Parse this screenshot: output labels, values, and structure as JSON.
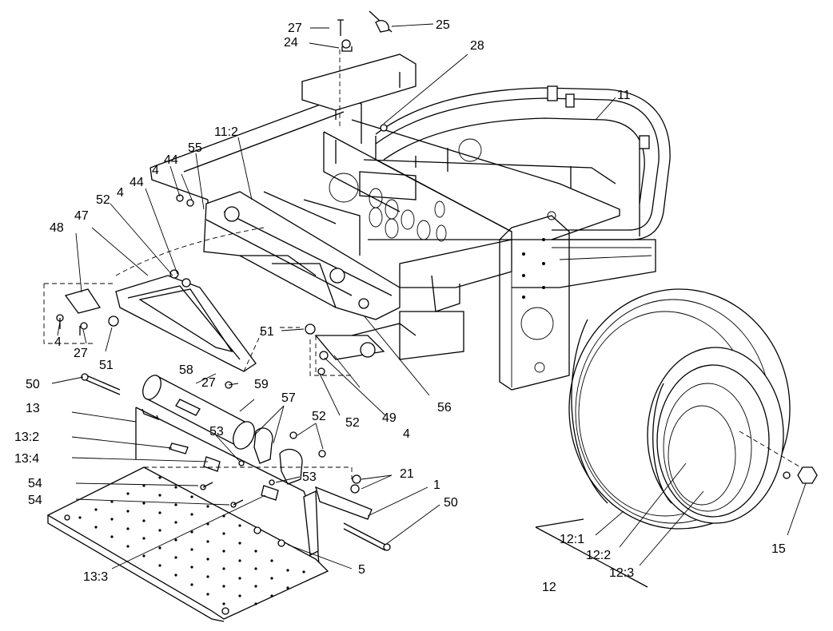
{
  "callouts": {
    "c27a": "27",
    "c25": "25",
    "c24": "24",
    "c28": "28",
    "c11": "11",
    "c11_2": "11:2",
    "c55": "55",
    "c44a": "44",
    "c4a": "4",
    "c44b": "44",
    "c4b": "4",
    "c52a": "52",
    "c47": "47",
    "c48": "48",
    "c51a": "51",
    "c4c": "4",
    "c27b": "27",
    "c51b": "51",
    "c58": "58",
    "c27c": "27",
    "c59": "59",
    "c56": "56",
    "c49": "49",
    "c4d": "4",
    "c52b": "52",
    "c57": "57",
    "c52c": "52",
    "c50a": "50",
    "c13": "13",
    "c13_2": "13:2",
    "c13_4": "13:4",
    "c53a": "53",
    "c53b": "53",
    "c21": "21",
    "c54a": "54",
    "c54b": "54",
    "c1": "1",
    "c50b": "50",
    "c13_3": "13:3",
    "c5": "5",
    "c12_1": "12:1",
    "c12_2": "12:2",
    "c12_3": "12:3",
    "c12": "12",
    "c15": "15"
  }
}
